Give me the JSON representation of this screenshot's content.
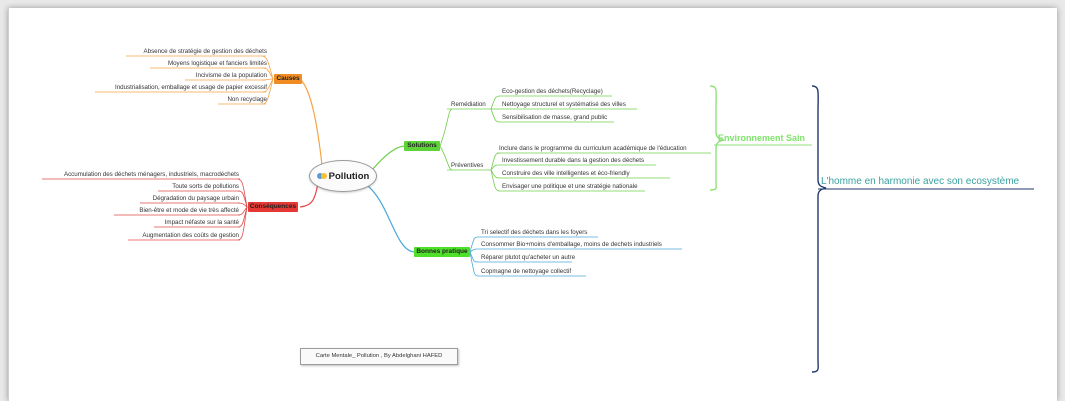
{
  "central": "Pollution",
  "causes": {
    "label": "Causes",
    "color": "#f08c23",
    "items": [
      "Absence de stratégie de gestion des déchets",
      "Moyens logistique et fanciers limités",
      "Incivisme de la population",
      "Industrialisation, emballage et usage de papier excessif",
      "Non recyclage"
    ]
  },
  "consequences": {
    "label": "Conséquences",
    "color": "#e53935",
    "items": [
      "Accumulation des déchets ménagers, industriels, macrodéchets",
      "Toute sorts de pollutions",
      "Dégradation du paysage urbain",
      "Bien-être et mode de vie très affecté",
      "Impact néfaste sur la santé",
      "Augmentation des coûts de gestion"
    ]
  },
  "solutions": {
    "label": "Solutions",
    "color": "#5fd33a",
    "remediation": {
      "label": "Remédiation",
      "items": [
        "Eco-gestion des déchets(Recyclage)",
        "Nettoyage structurel et systématisé des villes",
        "Sensibilisation de masse, grand public"
      ]
    },
    "preventives": {
      "label": "Préventives",
      "items": [
        "Inclure dans le programme du curriculum académique de l'éducation",
        "Investissement durable dans la gestion des déchets",
        "Construire des ville intelligentes et éco-friendly",
        "Envisager une politique et une stratégie nationale"
      ]
    }
  },
  "bonnes": {
    "label": "Bonnes pratique",
    "color": "#4fe02a",
    "items": [
      "Tri selectif des déchets dans les foyers",
      "Consommer Bio+moins d'emballage, moins de dechets industriels",
      "Réparer plutot qu'acheter un autre",
      "Copmagne de nettoyage collectif"
    ]
  },
  "environnement": "Environnement Sain",
  "homme": "L'homme en harmonie avec son ecosystème",
  "caption": "Carte Mentale_ Pollution , By Abdelghani HAFED"
}
